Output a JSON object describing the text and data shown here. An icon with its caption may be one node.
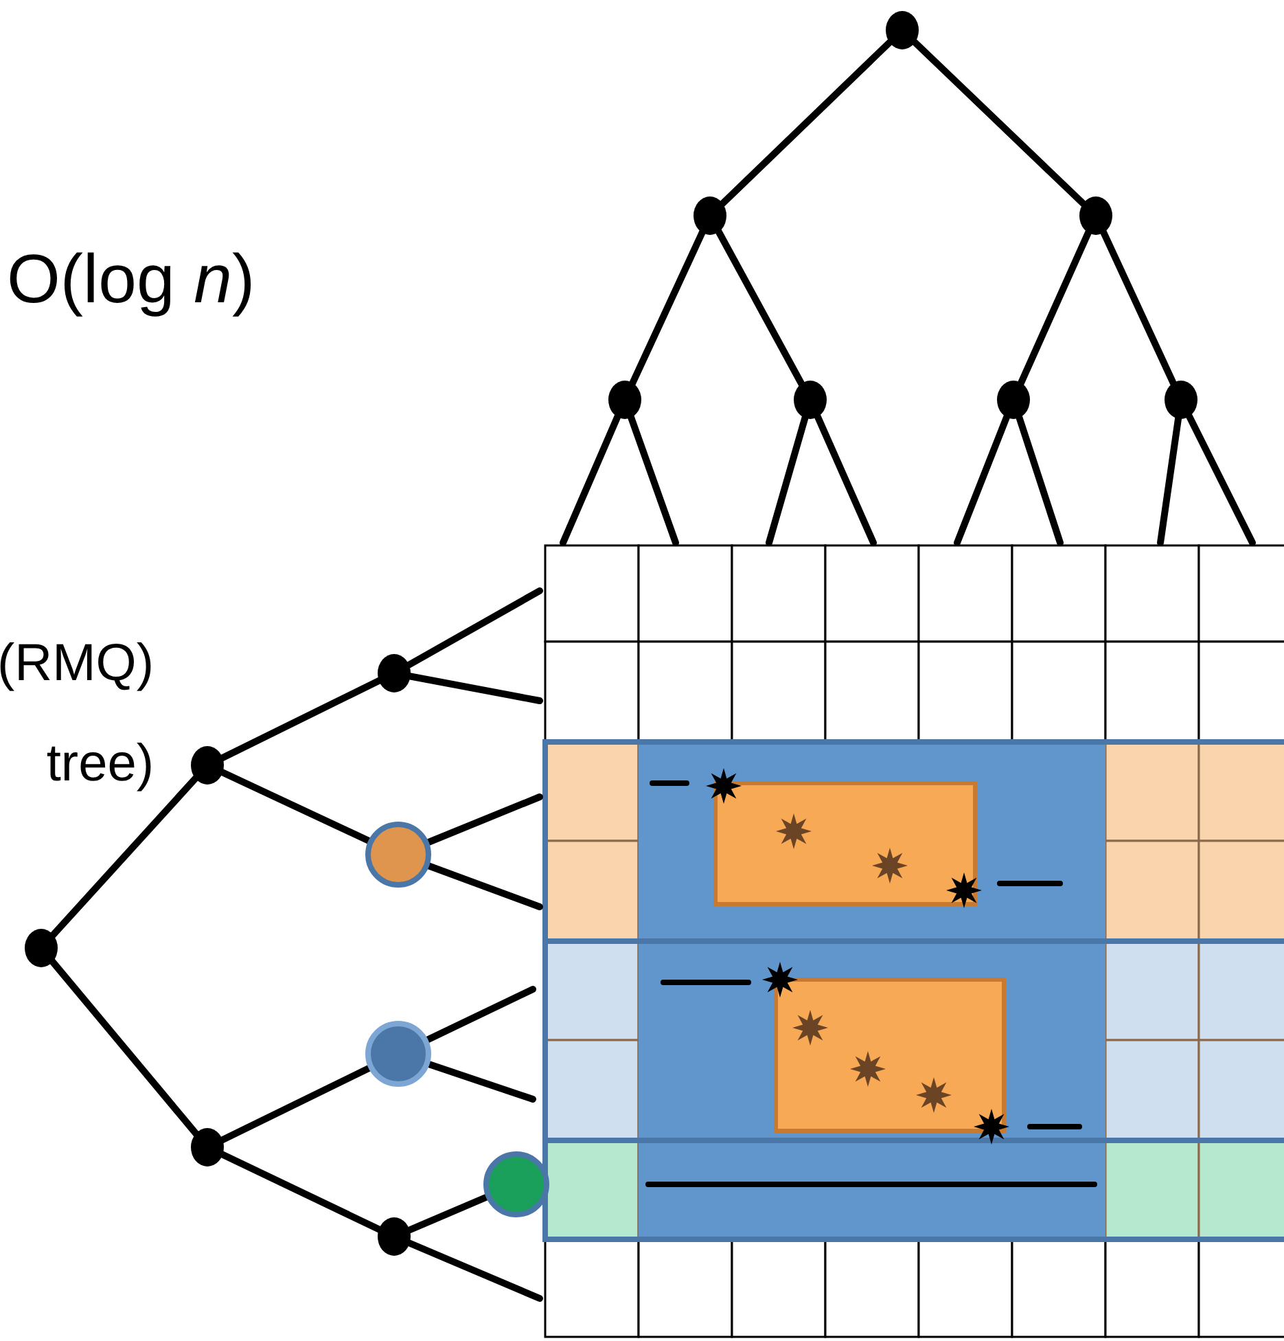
{
  "diagram": {
    "labels": [
      "O(log *n*)",
      "(RMQ)",
      "tree)"
    ]
  }
}
